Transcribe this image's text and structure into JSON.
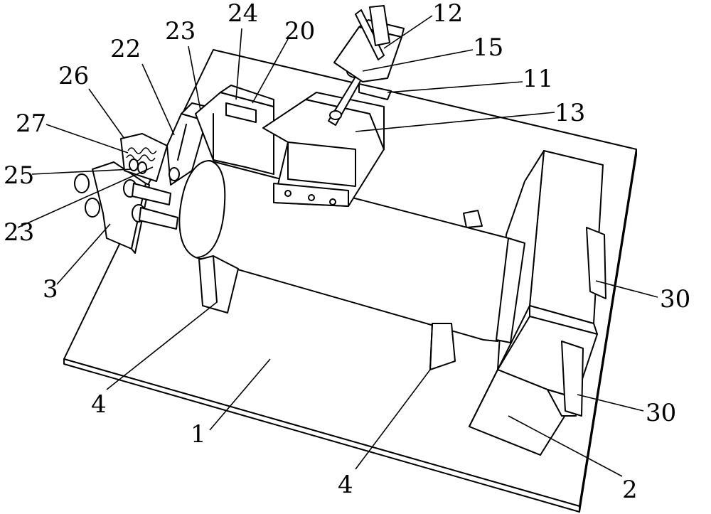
{
  "labels": {
    "l1": "1",
    "l2": "2",
    "l3": "3",
    "l4a": "4",
    "l4b": "4",
    "l11": "11",
    "l12": "12",
    "l13": "13",
    "l15": "15",
    "l20": "20",
    "l22": "22",
    "l23a": "23",
    "l23b": "23",
    "l24": "24",
    "l25": "25",
    "l26": "26",
    "l27": "27",
    "l30a": "30",
    "l30b": "30"
  }
}
